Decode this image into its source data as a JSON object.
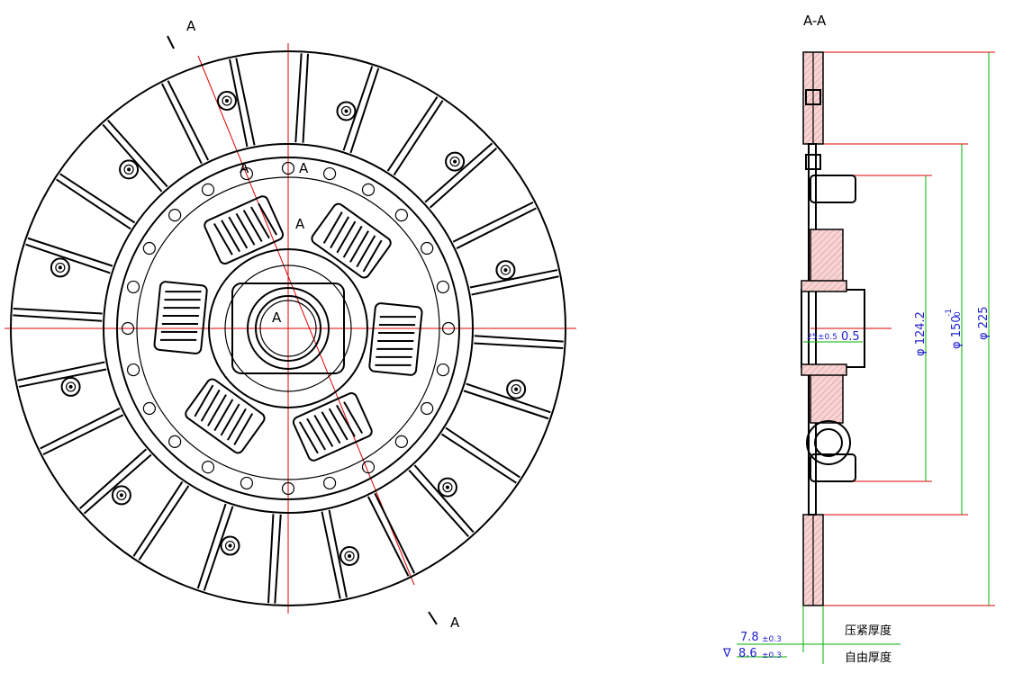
{
  "front_view": {
    "section_marker": "A",
    "cut_label_top": "A",
    "cut_label_bottom": "A",
    "rivet_label_1": "A",
    "rivet_label_2": "A",
    "rivet_label_3": "A",
    "hub_label": "A"
  },
  "section_view": {
    "title": "A-A",
    "dimensions": {
      "d_outer": "φ 225",
      "d_inner_friction": "φ 150",
      "d_inner_friction_tol_upper": "-1",
      "d_inner_friction_tol_lower": "0",
      "d_spring": "φ 124.2",
      "hub_length": "25",
      "hub_length_tol": "±0.5",
      "hub_offset": "0.5"
    },
    "thickness": {
      "clamped_value": "7.8",
      "clamped_tol": "±0.3",
      "clamped_label": "压紧厚度",
      "free_symbol": "∇",
      "free_value": "8.6",
      "free_tol": "±0.3",
      "free_label": "自由厚度"
    }
  },
  "colors": {
    "outline": "#000000",
    "centerline": "#e00000",
    "dimension": "#00b000",
    "dimension_text": "#2020d0",
    "hatch": "#f3c8c8"
  }
}
